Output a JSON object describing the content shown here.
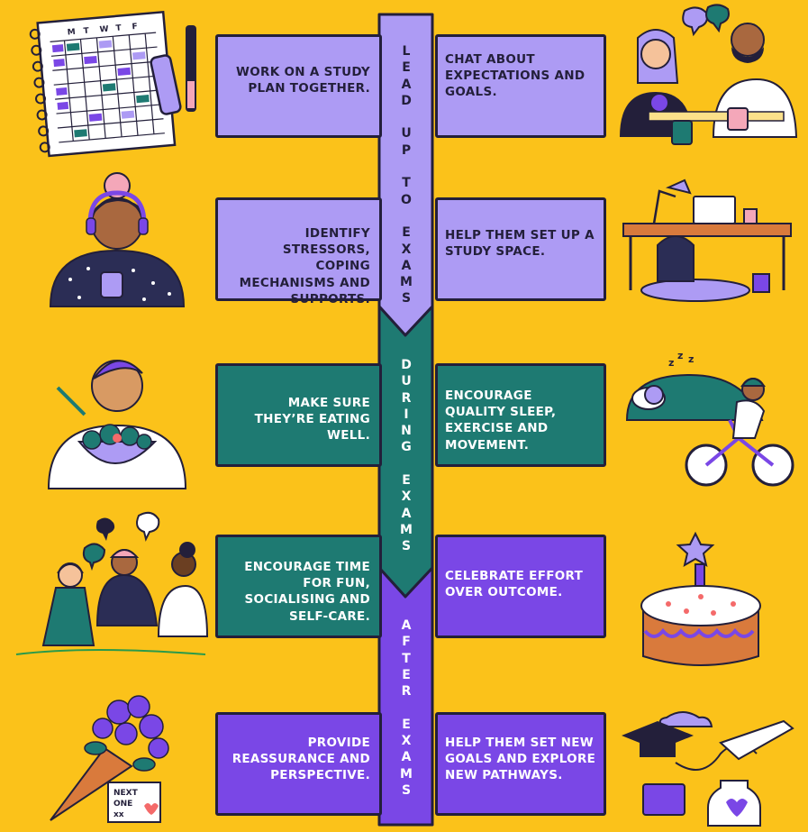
{
  "phases": [
    {
      "id": "lead",
      "letters": [
        "L",
        "E",
        "A",
        "D",
        "",
        "U",
        "P",
        "",
        "T",
        "O",
        "",
        "E",
        "X",
        "A",
        "M",
        "S"
      ],
      "color": "#ad9bf4"
    },
    {
      "id": "during",
      "letters": [
        "D",
        "U",
        "R",
        "I",
        "N",
        "G",
        "",
        "E",
        "X",
        "A",
        "M",
        "S"
      ],
      "color": "#1e7a72"
    },
    {
      "id": "after",
      "letters": [
        "A",
        "F",
        "T",
        "E",
        "R",
        "",
        "E",
        "X",
        "A",
        "M",
        "S"
      ],
      "color": "#7a47e6"
    }
  ],
  "tips": {
    "r1_left": "Work on a study plan together.",
    "r1_right": "Chat about expectations and goals.",
    "r2_left": "Identify stressors, coping mechanisms and supports.",
    "r2_right": "Help them set up a study space.",
    "r3_left": "Make sure they’re eating well.",
    "r3_right": "Encourage quality sleep, exercise and movement.",
    "r4_left": "Encourage time for fun, socialising and self-care.",
    "r4_right": "Celebrate effort over outcome.",
    "r5_left": "Provide reassurance and perspective.",
    "r5_right": "Help them set new goals and explore new pathways."
  },
  "illustrations": {
    "calendar_days": [
      "M",
      "T",
      "W",
      "T",
      "F"
    ],
    "card_note": [
      "NEXT",
      "ONE",
      "xx"
    ]
  },
  "colors": {
    "background": "#FBC21A",
    "lavender": "#ad9bf4",
    "teal": "#1e7a72",
    "purple": "#7a47e6",
    "outline": "#231f3a"
  }
}
